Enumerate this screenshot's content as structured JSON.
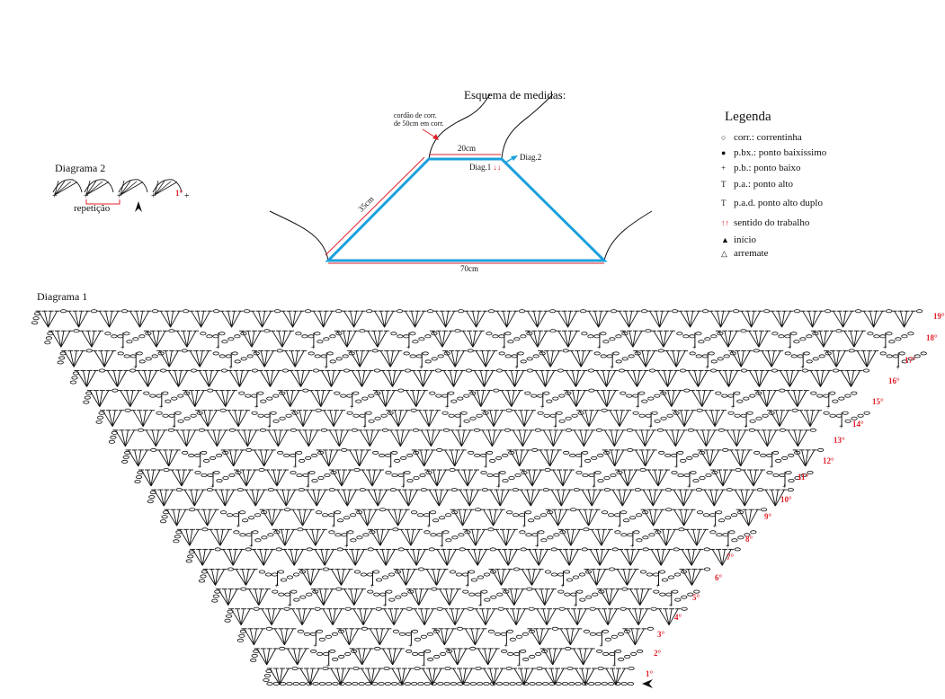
{
  "schema": {
    "title": "Esquema de medidas:",
    "cord_note_1": "cordão de corr.",
    "cord_note_2": "de 50cm em corr.",
    "top_width": "20cm",
    "side_length": "35cm",
    "bottom_width": "70cm",
    "diag1": "Diag.1",
    "diag1_arrows": "↓↓",
    "diag2": "Diag.2"
  },
  "legend": {
    "title": "Legenda",
    "items": [
      {
        "symbol": "○",
        "label": "corr.: correntinha"
      },
      {
        "symbol": "●",
        "label": "p.bx.: ponto baixíssimo"
      },
      {
        "symbol": "+",
        "label": "p.b.: ponto baixo"
      },
      {
        "symbol": "T",
        "label": "p.a.: ponto alto"
      },
      {
        "symbol": "T",
        "label": "p.a.d. ponto alto duplo"
      },
      {
        "symbol": "↑↑",
        "label": "sentido do trabalho"
      },
      {
        "symbol": "▲",
        "label": "início"
      },
      {
        "symbol": "△",
        "label": "arremate"
      }
    ]
  },
  "diagram2": {
    "title": "Diagrama 2",
    "repeat_label": "repetição",
    "row_label": "1°"
  },
  "diagram1": {
    "title": "Diagrama 1",
    "rows": [
      "1°",
      "2°",
      "3°",
      "4°",
      "5°",
      "6°",
      "7°",
      "8°",
      "9°",
      "10°",
      "11°",
      "12°",
      "13°",
      "14°",
      "15°",
      "16°",
      "17°",
      "18°",
      "19°"
    ]
  },
  "colors": {
    "accent_blue": "#1ba0dc",
    "accent_red": "#e0202a"
  }
}
